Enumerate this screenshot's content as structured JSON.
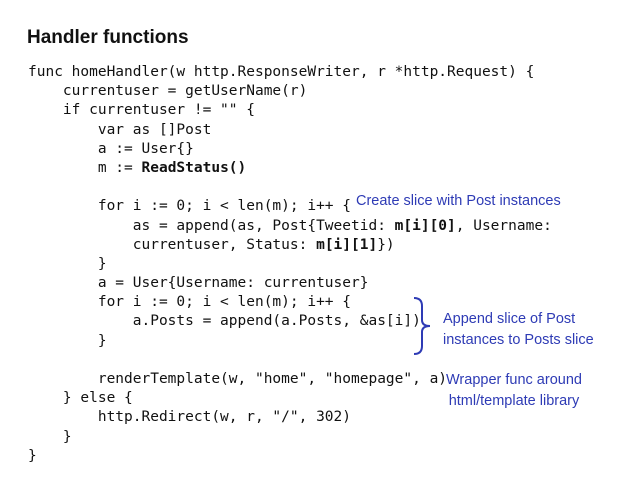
{
  "title": "Handler functions",
  "code_lines": [
    [
      {
        "t": "func homeHandler(w http.ResponseWriter, r *http.Request) {"
      }
    ],
    [
      {
        "t": "    currentuser = getUserName(r)"
      }
    ],
    [
      {
        "t": "    if currentuser != \"\" {"
      }
    ],
    [
      {
        "t": "        var as []Post"
      }
    ],
    [
      {
        "t": "        a := User{}"
      }
    ],
    [
      {
        "t": "        m := "
      },
      {
        "t": "ReadStatus()",
        "b": true
      }
    ],
    [
      {
        "t": ""
      }
    ],
    [
      {
        "t": "        for i := 0; i < len(m); i++ {"
      }
    ],
    [
      {
        "t": "            as = append(as, Post{Tweetid: "
      },
      {
        "t": "m[i][0]",
        "b": true
      },
      {
        "t": ", Username:"
      }
    ],
    [
      {
        "t": "            currentuser, Status: "
      },
      {
        "t": "m[i][1]",
        "b": true
      },
      {
        "t": "})"
      }
    ],
    [
      {
        "t": "        }"
      }
    ],
    [
      {
        "t": "        a = User{Username: currentuser}"
      }
    ],
    [
      {
        "t": "        for i := 0; i < len(m); i++ {"
      }
    ],
    [
      {
        "t": "            a.Posts = append(a.Posts, &as[i])"
      }
    ],
    [
      {
        "t": "        }"
      }
    ],
    [
      {
        "t": ""
      }
    ],
    [
      {
        "t": "        renderTemplate(w, \"home\", \"homepage\", a)"
      }
    ],
    [
      {
        "t": "    } else {"
      }
    ],
    [
      {
        "t": "        http.Redirect(w, r, \"/\", 302)"
      }
    ],
    [
      {
        "t": "    }"
      }
    ],
    [
      {
        "t": "}"
      }
    ]
  ],
  "annotations": {
    "slice_note": "Create slice with Post instances",
    "append_note_line1": "Append slice of Post",
    "append_note_line2": "instances to Posts slice",
    "wrapper_note_line1": "Wrapper func around",
    "wrapper_note_line2": "html/template library"
  },
  "colors": {
    "annotation": "#2e3bb5",
    "text": "#111111"
  }
}
